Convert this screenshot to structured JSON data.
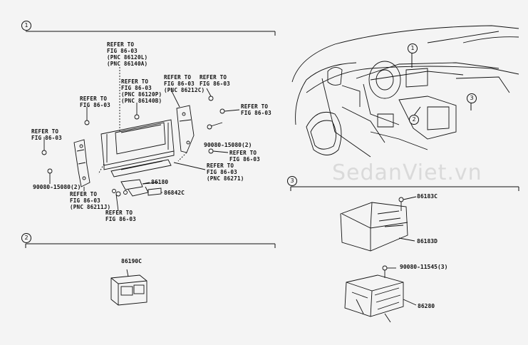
{
  "sections": {
    "s1": "1",
    "s2": "2",
    "s3": "3"
  },
  "car_callouts": [
    "1",
    "2",
    "3"
  ],
  "refer_notes": {
    "n1": [
      "REFER TO",
      "FIG 86-03",
      "(PNC 86120L)",
      "(PNC 86140A)"
    ],
    "n2": [
      "REFER TO",
      "FIG 86-03",
      "(PNC 86120P)",
      "(PNC 86140B)"
    ],
    "n3": [
      "REFER TO",
      "FIG 86-03",
      "(PNC 86212C)"
    ],
    "n4": [
      "REFER TO",
      "FIG 86-03"
    ],
    "n5": [
      "REFER TO",
      "FIG 86-03"
    ],
    "n6": [
      "REFER TO",
      "FIG 86-03"
    ],
    "n7": [
      "REFER TO",
      "FIG 86-03"
    ],
    "n8": [
      "REFER TO",
      "FIG 86-03"
    ],
    "n9": [
      "REFER TO",
      "FIG 86-03",
      "(PNC 86271)"
    ],
    "n10": [
      "REFER TO",
      "FIG 86-03",
      "(PNC 86211J)"
    ],
    "n11": [
      "REFER TO",
      "FIG 86-03"
    ]
  },
  "part_numbers": {
    "p_90080_15080_r": "90080-15080(2)",
    "p_90080_15080_l": "90080-15080(2)",
    "p_86180": "86180",
    "p_86842C": "86842C",
    "p_86190C": "86190C",
    "p_86183C": "86183C",
    "p_86183D": "86183D",
    "p_90080_11545": "90080-11545(3)",
    "p_86280": "86280"
  },
  "watermark": "SedanViet.vn"
}
